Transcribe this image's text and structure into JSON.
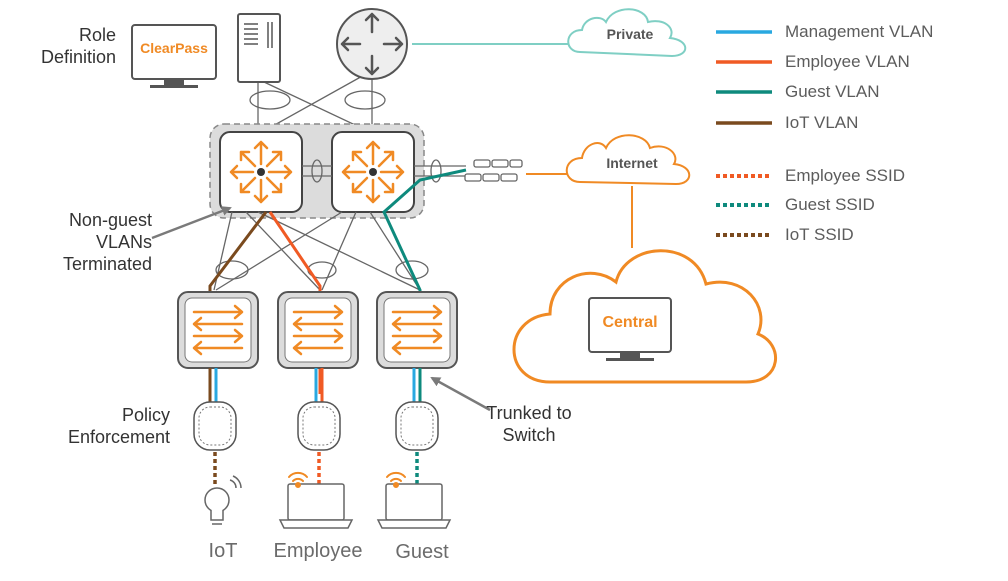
{
  "labels": {
    "role_definition": "Role\nDefinition",
    "non_guest": "Non-guest\nVLANs\nTerminated",
    "policy": "Policy\nEnforcement",
    "trunked": "Trunked to\nSwitch"
  },
  "brands": {
    "clearpass": "ClearPass",
    "central": "Central"
  },
  "clouds": {
    "private": "Private",
    "internet": "Internet"
  },
  "devices": {
    "iot": "IoT",
    "employee": "Employee",
    "guest": "Guest"
  },
  "legend": [
    {
      "label": "Management VLAN",
      "color": "#29a8e0",
      "style": "solid"
    },
    {
      "label": "Employee VLAN",
      "color": "#f05a24",
      "style": "solid"
    },
    {
      "label": "Guest VLAN",
      "color": "#0e8a7d",
      "style": "solid"
    },
    {
      "label": "IoT VLAN",
      "color": "#7a4a1e",
      "style": "solid"
    },
    {
      "label": "Employee SSID",
      "color": "#f05a24",
      "style": "dotted"
    },
    {
      "label": "Guest SSID",
      "color": "#0e8a7d",
      "style": "dotted"
    },
    {
      "label": "IoT SSID",
      "color": "#7a4a1e",
      "style": "dotted"
    }
  ],
  "colors": {
    "orange": "#f08a24",
    "management": "#29a8e0",
    "employee": "#f05a24",
    "guest": "#0e8a7d",
    "iot": "#7a4a1e",
    "private_link": "#7fcfc4"
  }
}
